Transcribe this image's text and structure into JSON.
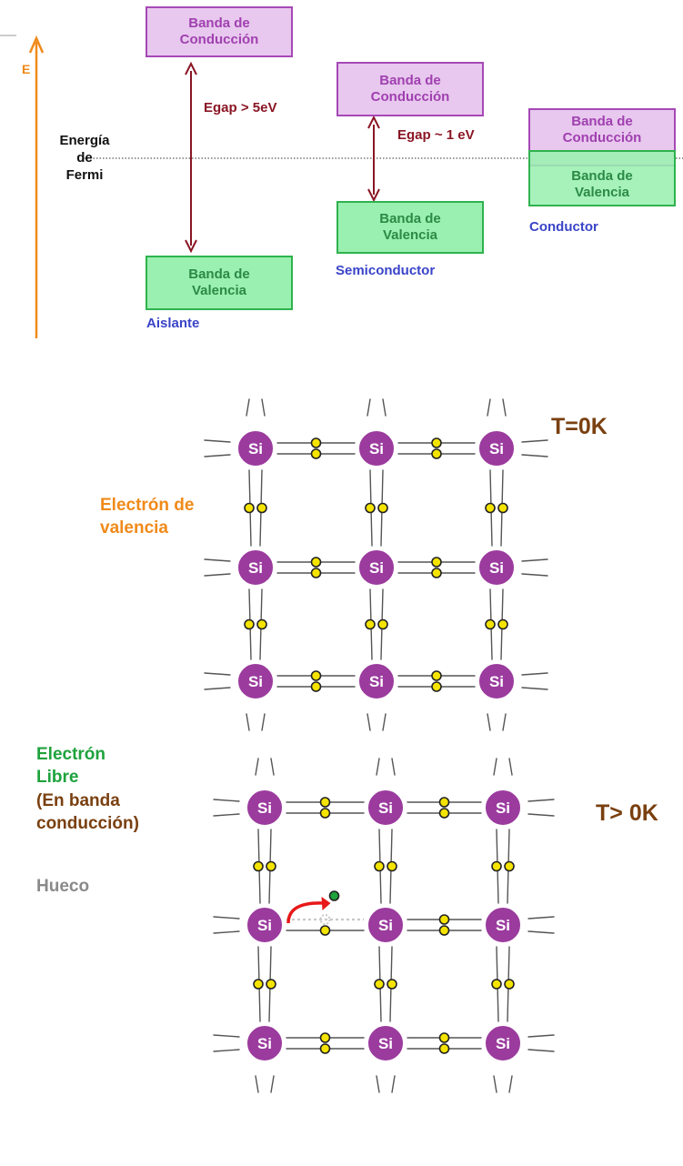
{
  "band_diagram": {
    "energy_axis_label": "E",
    "fermi_label": "Energía\nde\nFermi",
    "materials": [
      {
        "name": "Aislante",
        "conduction": "Banda de\nConducción",
        "valence": "Banda de\nValencia",
        "gap": "Egap > 5eV"
      },
      {
        "name": "Semiconductor",
        "conduction": "Banda de\nConducción",
        "valence": "Banda de\nValencia",
        "gap": "Egap ~ 1 eV"
      },
      {
        "name": "Conductor",
        "conduction": "Banda de\nConducción",
        "valence": "Banda de\nValencia",
        "gap": ""
      }
    ]
  },
  "lattice_cold": {
    "temperature_label": "T=0K",
    "annotation": "Electrón de\nvalencia",
    "atom_label": "Si"
  },
  "lattice_warm": {
    "temperature_label": "T> 0K",
    "free_electron_label": "Electrón\nLibre",
    "band_note": "(En banda\nconducción)",
    "hole_label": "Hueco",
    "atom_label": "Si"
  },
  "colors": {
    "axis": "#f08a1a",
    "conduction_fill": "#e8c8ee",
    "conduction_border": "#a648b6",
    "valence_fill": "#9af0b0",
    "valence_border": "#2fb24e",
    "gap_arrow": "#8a1624",
    "material_label": "#3a44c8",
    "atom": "#9b3b9e",
    "electron": "#f4e400",
    "free_electron": "#1ea23c",
    "temperature": "#7a4010",
    "valence_annotation": "#f08a1a",
    "free_annotation": "#1ea23c",
    "hole_label": "#8a8a8a",
    "excitation_arrow": "#e81818"
  }
}
